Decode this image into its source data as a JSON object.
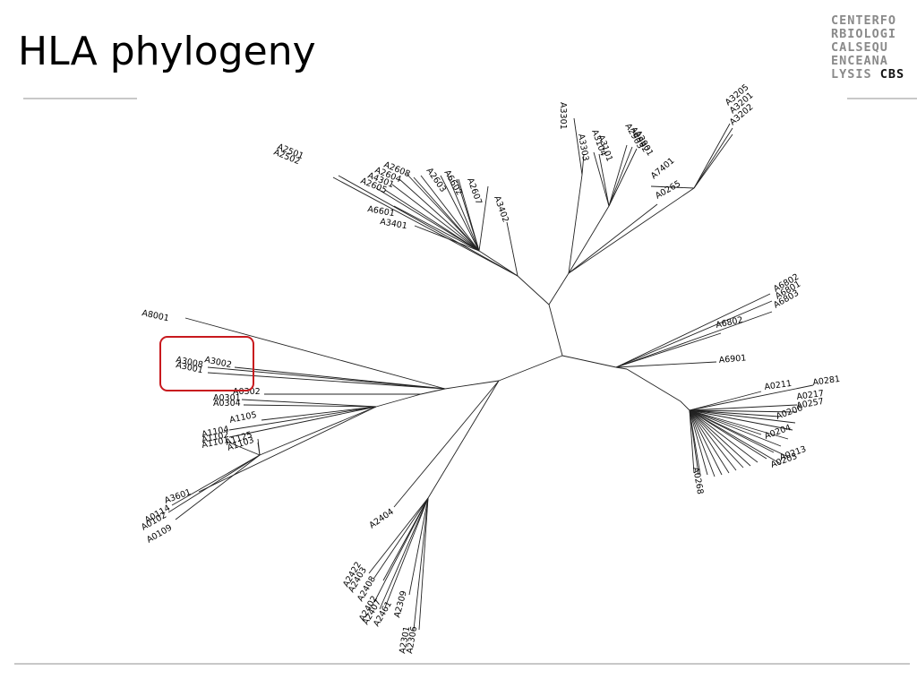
{
  "slide": {
    "title": "HLA phylogeny",
    "highlight_color": "#c8191e"
  },
  "logo": {
    "lines": [
      "CENTERFO",
      "RBIOLOGI",
      "CALSEQU",
      "ENCEANA",
      "LYSIS"
    ],
    "brand": "CBS"
  },
  "tree": {
    "leaves": [
      {
        "id": "A2501",
        "name": "A2501"
      },
      {
        "id": "A2502",
        "name": "A2502"
      },
      {
        "id": "A2605",
        "name": "A2605"
      },
      {
        "id": "A4301",
        "name": "A4301"
      },
      {
        "id": "A2604",
        "name": "A2604"
      },
      {
        "id": "A2608",
        "name": "A2608"
      },
      {
        "id": "A2603",
        "name": "A2603"
      },
      {
        "id": "A6602",
        "name": "A6602"
      },
      {
        "id": "A2607",
        "name": "A2607"
      },
      {
        "id": "A3402",
        "name": "A3402"
      },
      {
        "id": "A6601",
        "name": "A6601"
      },
      {
        "id": "A3401",
        "name": "A3401"
      },
      {
        "id": "A3301",
        "name": "A3301"
      },
      {
        "id": "A3303",
        "name": "A3303"
      },
      {
        "id": "A3104",
        "name": "A3104"
      },
      {
        "id": "A3101",
        "name": "A3101"
      },
      {
        "id": "A2903",
        "name": "A2903"
      },
      {
        "id": "A2902",
        "name": "A2902"
      },
      {
        "id": "A2901",
        "name": "A2901"
      },
      {
        "id": "A3205",
        "name": "A3205"
      },
      {
        "id": "A3201",
        "name": "A3201"
      },
      {
        "id": "A3202",
        "name": "A3202"
      },
      {
        "id": "A7401",
        "name": "A7401"
      },
      {
        "id": "A0265",
        "name": "A0265"
      },
      {
        "id": "A6802",
        "name": "A6802"
      },
      {
        "id": "A6801",
        "name": "A6801"
      },
      {
        "id": "A6803",
        "name": "A6803"
      },
      {
        "id": "A6802b",
        "name": "A6802"
      },
      {
        "id": "A6901",
        "name": "A6901"
      },
      {
        "id": "A0211",
        "name": "A0211"
      },
      {
        "id": "A0281",
        "name": "A0281"
      },
      {
        "id": "A0217",
        "name": "A0217"
      },
      {
        "id": "A0257",
        "name": "A0257"
      },
      {
        "id": "A0206",
        "name": "A0206"
      },
      {
        "id": "A0204",
        "name": "A0204"
      },
      {
        "id": "A0213",
        "name": "A0213"
      },
      {
        "id": "A0203",
        "name": "A0203"
      },
      {
        "id": "A0268",
        "name": "A0268"
      },
      {
        "id": "A8001",
        "name": "A8001"
      },
      {
        "id": "A3002",
        "name": "A3002"
      },
      {
        "id": "A3008",
        "name": "A3008"
      },
      {
        "id": "A3001",
        "name": "A3001"
      },
      {
        "id": "A0302",
        "name": "A0302"
      },
      {
        "id": "A0301",
        "name": "A0301"
      },
      {
        "id": "A0304",
        "name": "A0304"
      },
      {
        "id": "A1105",
        "name": "A1105"
      },
      {
        "id": "A1104",
        "name": "A1104"
      },
      {
        "id": "A1102",
        "name": "A1102"
      },
      {
        "id": "A1101",
        "name": "A1101"
      },
      {
        "id": "A1125",
        "name": "A1125"
      },
      {
        "id": "A1103",
        "name": "A1103"
      },
      {
        "id": "A3601",
        "name": "A3601"
      },
      {
        "id": "A0114",
        "name": "A0114"
      },
      {
        "id": "A0102",
        "name": "A0102"
      },
      {
        "id": "A0109",
        "name": "A0109"
      },
      {
        "id": "A2404",
        "name": "A2404"
      },
      {
        "id": "A2422",
        "name": "A2422"
      },
      {
        "id": "A2403",
        "name": "A2403"
      },
      {
        "id": "A2408",
        "name": "A2408"
      },
      {
        "id": "A2402",
        "name": "A2402"
      },
      {
        "id": "A2407",
        "name": "A2407"
      },
      {
        "id": "A2461",
        "name": "A2461"
      },
      {
        "id": "A2309",
        "name": "A2309"
      },
      {
        "id": "A2301",
        "name": "A2301"
      },
      {
        "id": "A2306",
        "name": "A2306"
      }
    ],
    "highlighted": [
      "A3002",
      "A3008",
      "A3001"
    ]
  }
}
